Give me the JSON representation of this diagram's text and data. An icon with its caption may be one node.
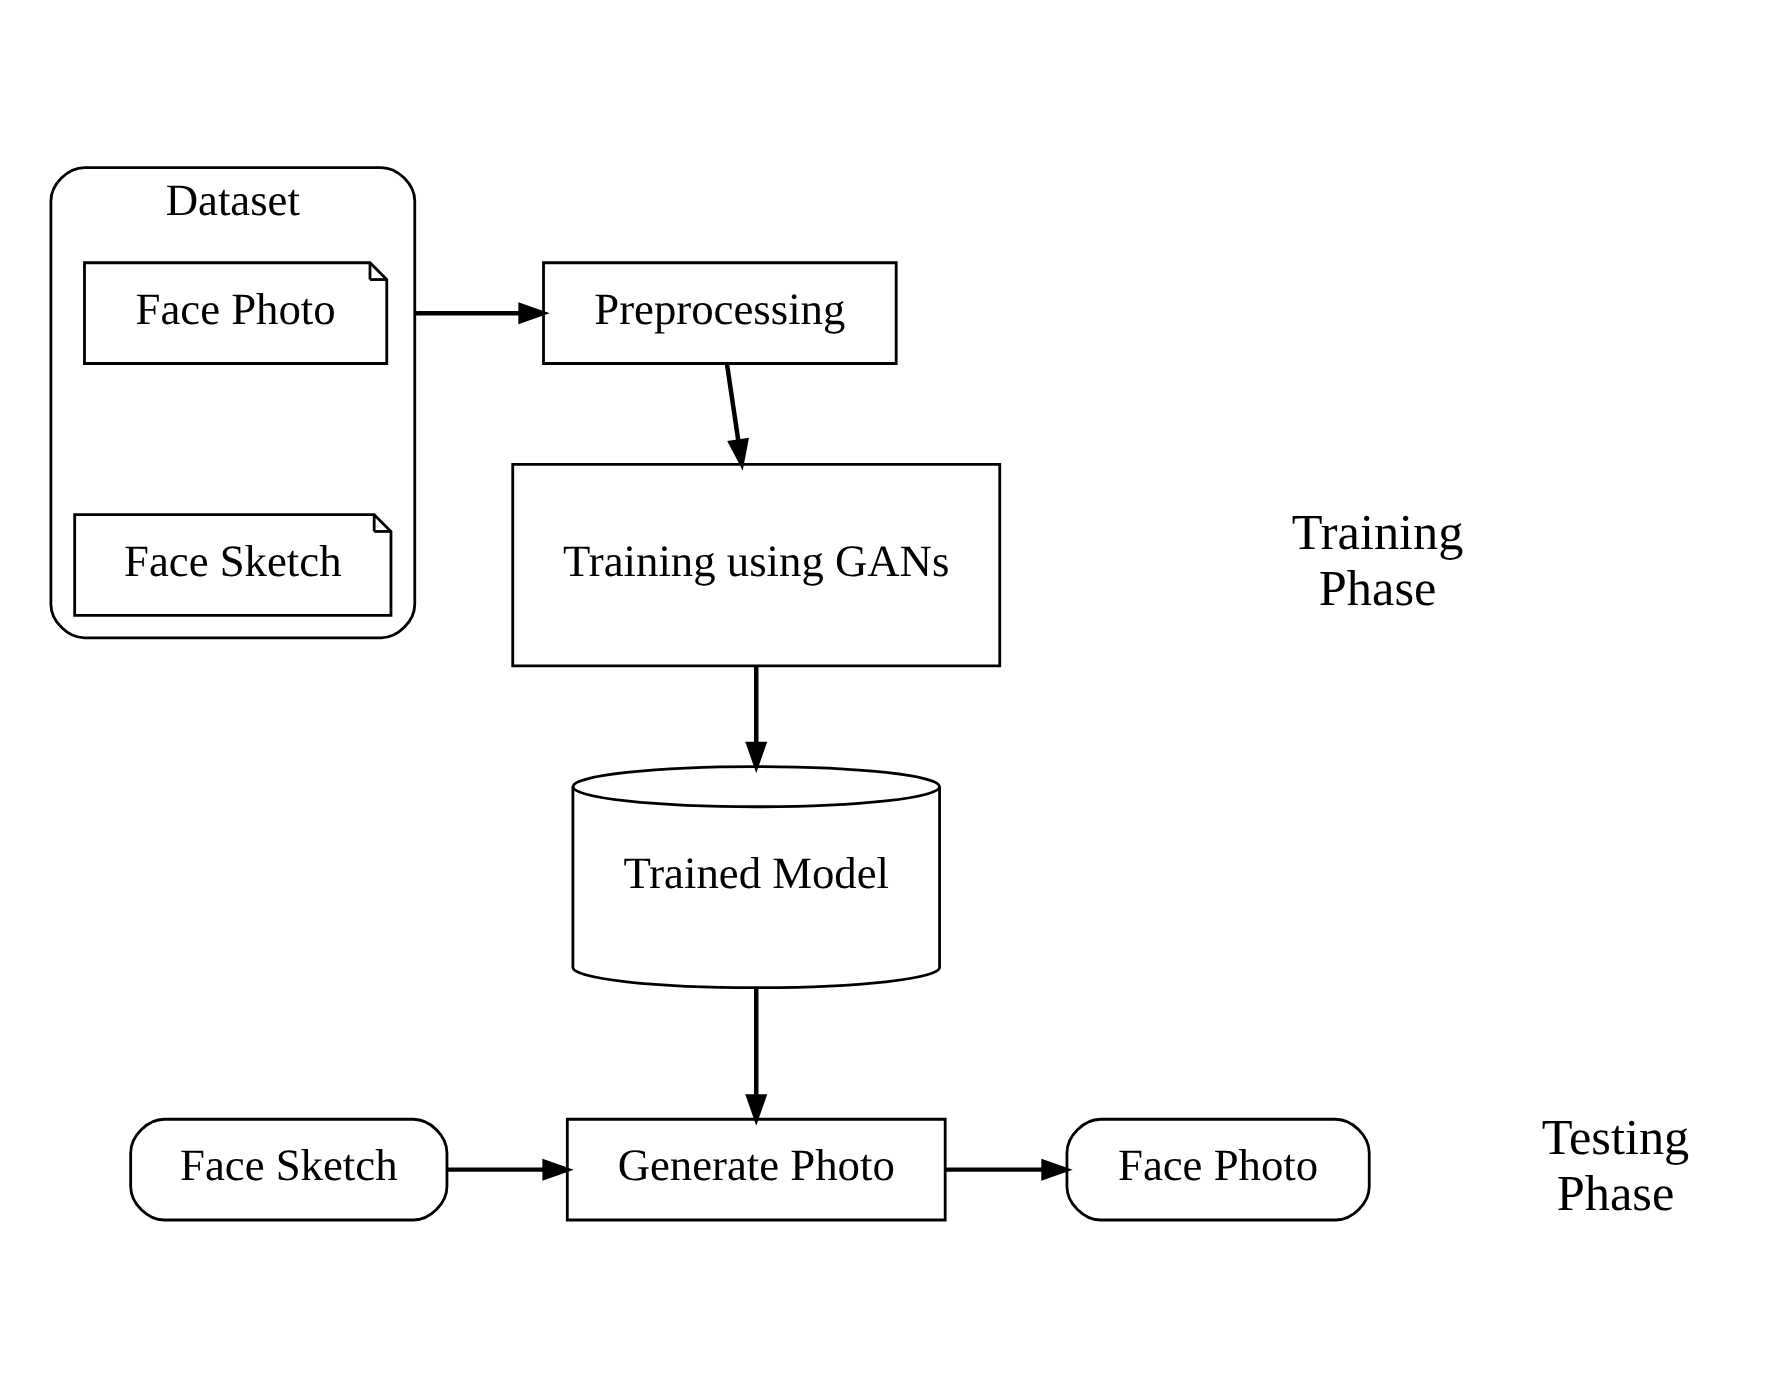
{
  "diagram": {
    "nodes": [
      {
        "text": [
          "Dataset"
        ]
      },
      {
        "text": [
          "Face Photo"
        ],
        "in": 0
      },
      {
        "text": [
          "Face Sketch"
        ],
        "in": 0
      },
      {
        "text": [
          "Preprocessing"
        ]
      },
      {
        "text": [
          "Training using GANs"
        ]
      },
      {
        "text": [
          "Trained Model"
        ]
      },
      {
        "text": [
          "Face Sketch"
        ]
      },
      {
        "text": [
          "Generate Photo"
        ]
      },
      {
        "text": [
          "Face Photo"
        ]
      }
    ],
    "edges": [
      {
        "from": 0,
        "to": 3,
        "arrow": "to"
      },
      {
        "from": 3,
        "to": 4,
        "arrow": "to"
      },
      {
        "from": 4,
        "to": 5,
        "arrow": "to"
      },
      {
        "from": 5,
        "to": 7,
        "arrow": "to"
      },
      {
        "from": 6,
        "to": 7,
        "arrow": "to"
      },
      {
        "from": 7,
        "to": 8,
        "arrow": "to"
      }
    ],
    "labels": [
      "Training Phase",
      "Testing Phase"
    ]
  }
}
